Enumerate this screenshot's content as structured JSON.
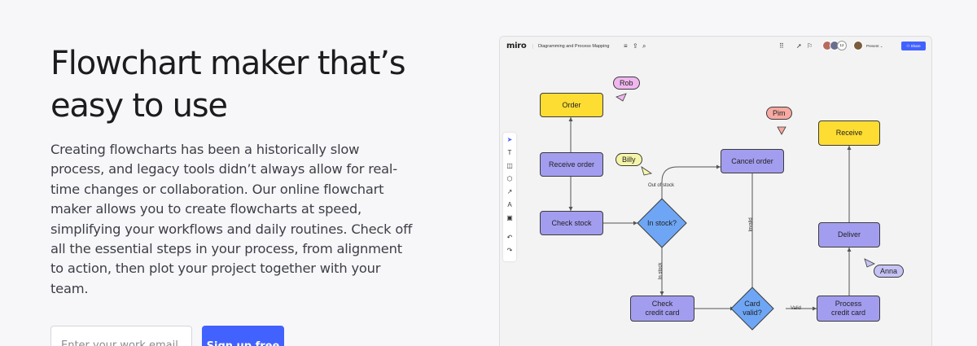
{
  "hero": {
    "title": "Flowchart maker that’s easy to use",
    "description": "Creating flowcharts has been a historically slow process, and legacy tools didn’t always allow for real-time changes or collaboration. Our online flowchart maker allows you to create flowcharts at speed, simplifying your workflows and daily routines. Check off all the essential steps in your process, from alignment to action, then plot your project together with your team."
  },
  "signup": {
    "email_placeholder": "Enter your work email",
    "email_value": "",
    "button_label": "Sign up free"
  },
  "board": {
    "logo": "miro",
    "name": "Diagramming and Process Mapping",
    "present_label": "Present",
    "share_label": "Share",
    "avatar_count": "12",
    "nodes": {
      "order": "Order",
      "receive_order": "Receive order",
      "check_stock": "Check stock",
      "in_stock_q": "In stock?",
      "cancel_order": "Cancel order",
      "check_credit_card": "Check credit card",
      "card_valid_q": "Card valid?",
      "receive": "Receive",
      "deliver": "Deliver",
      "process_credit_card": "Process credit card"
    },
    "edge_labels": {
      "out_of_stock": "Out of stock",
      "in_stock": "In stock",
      "invalid": "Invalid",
      "valid": "Valid"
    },
    "cursors": {
      "rob": "Rob",
      "pim": "Pim",
      "billy": "Billy",
      "anna": "Anna"
    }
  },
  "colors": {
    "accent": "#4262ff",
    "node_yellow": "#fedd32",
    "node_purple": "#a39df0",
    "decision_blue": "#6ea6f5",
    "bubble_rob": "#f0b7ef",
    "bubble_pim": "#f7a9a2",
    "bubble_billy": "#f6f4a9",
    "bubble_anna": "#c5c3f5"
  }
}
